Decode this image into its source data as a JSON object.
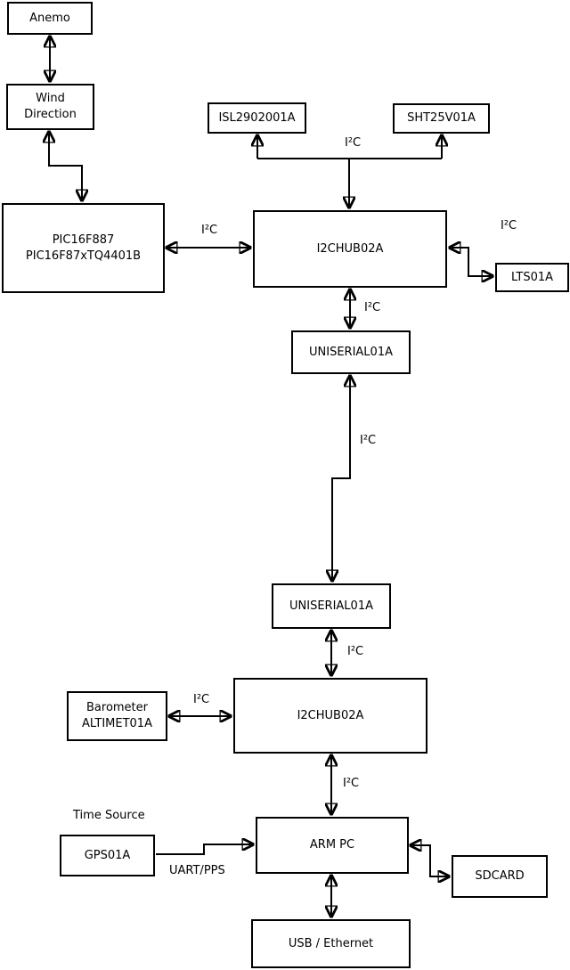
{
  "diagram": {
    "background_color": "#ffffff",
    "line_color": "#000000",
    "nodes": {
      "anemo": {
        "label": "Anemo"
      },
      "wind_direction": {
        "label": "Wind\nDirection"
      },
      "pic": {
        "label": "PIC16F887\nPIC16F87xTQ4401B"
      },
      "isl": {
        "label": "ISL2902001A"
      },
      "sht": {
        "label": "SHT25V01A"
      },
      "hub1": {
        "label": "I2CHUB02A"
      },
      "lts": {
        "label": "LTS01A"
      },
      "uniserial1": {
        "label": "UNISERIAL01A"
      },
      "uniserial2": {
        "label": "UNISERIAL01A"
      },
      "hub2": {
        "label": "I2CHUB02A"
      },
      "barometer": {
        "label": "Barometer\nALTIMET01A"
      },
      "gps": {
        "label": "GPS01A"
      },
      "armpc": {
        "label": "ARM PC"
      },
      "sdcard": {
        "label": "SDCARD"
      },
      "usb_ethernet": {
        "label": "USB / Ethernet"
      }
    },
    "edge_labels": {
      "i2c_sensor_bus": "I²C",
      "i2c_pic_hub1": "I²C",
      "i2c_hub1_lts": "I²C",
      "i2c_hub1_uniserial1": "I²C",
      "i2c_long_link": "I²C",
      "i2c_uniserial2_hub2": "I²C",
      "i2c_barometer_hub2": "I²C",
      "i2c_hub2_armpc": "I²C",
      "time_source": "Time Source",
      "uart_pps": "UART/PPS"
    }
  }
}
